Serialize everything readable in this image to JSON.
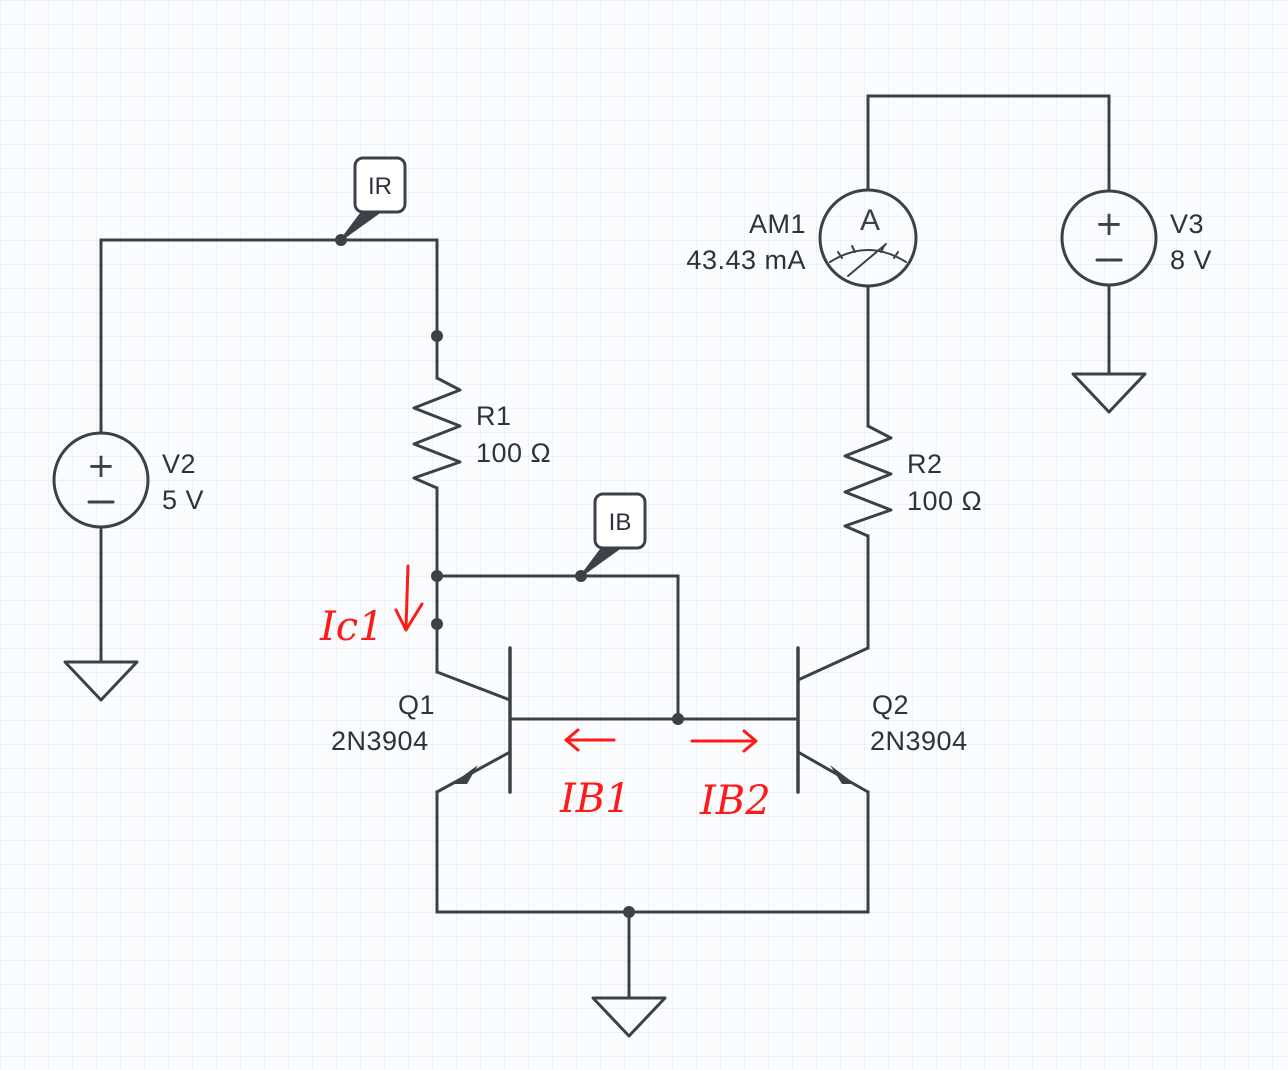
{
  "components": {
    "v2": {
      "name": "V2",
      "value": "5 V"
    },
    "v3": {
      "name": "V3",
      "value": "8 V"
    },
    "r1": {
      "name": "R1",
      "value": "100 Ω"
    },
    "r2": {
      "name": "R2",
      "value": "100 Ω"
    },
    "q1": {
      "name": "Q1",
      "model": "2N3904"
    },
    "q2": {
      "name": "Q2",
      "model": "2N3904"
    },
    "am1": {
      "name": "AM1",
      "reading": "43.43 mA",
      "symbol": "A"
    }
  },
  "probes": {
    "ir": "IR",
    "ib": "IB"
  },
  "annotations": {
    "ic1": "Ic1",
    "ib1": "IB1",
    "ib2": "IB2",
    "color": "#ff1a1a"
  },
  "colors": {
    "wire": "#3c4048",
    "grid": "#dfe5f0",
    "background": "#fbfcfe"
  }
}
